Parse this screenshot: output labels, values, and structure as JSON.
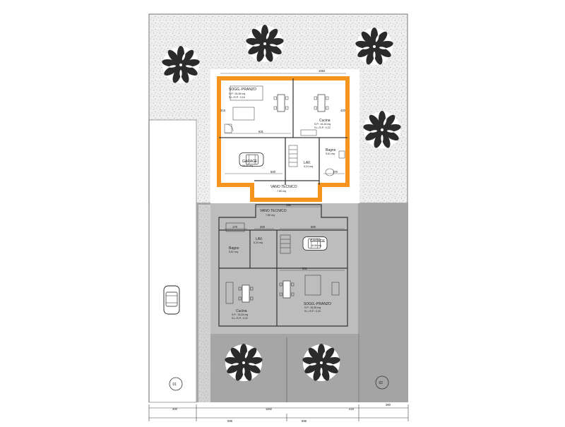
{
  "colors": {
    "upper_outline": "#f7941d",
    "lower_fill": "#a6a6a6",
    "garden_fill": "#ececec",
    "wall": "#3a3a3a"
  },
  "upper_unit": {
    "rooms": {
      "living": {
        "name": "SOGG.-PRANZO",
        "line1": "S.P.: 26,36 mq",
        "line2": "S.L./S.P.: 0,16"
      },
      "kitchen": {
        "name": "Cucina",
        "line1": "S.P.: 16,34 mq",
        "line2": "S.L./S.P.: 0,22"
      },
      "garage": {
        "name": "GARAGE",
        "line1": "16,50 mq"
      },
      "bath": {
        "name": "Bagno",
        "line1": "5,61 mq"
      },
      "laundry": {
        "name": "LAV.",
        "line1": "5,24 mq"
      },
      "technical": {
        "name": "VANO TECNICO",
        "line1": "7,80 mq"
      }
    },
    "dims": {
      "top": "1062",
      "middle": "631",
      "lower_left": "500",
      "lower_right": "170",
      "right": "420",
      "left": "315"
    }
  },
  "lower_unit": {
    "rooms": {
      "technical": {
        "name": "VANO TECNICO",
        "line1": "7,80 mq"
      },
      "garage": {
        "name": "GARAGE",
        "line1": "16,50 mq"
      },
      "bath": {
        "name": "Bagno",
        "line1": "5,61 mq"
      },
      "laundry": {
        "name": "LAV.",
        "line1": "5,24 mq"
      },
      "kitchen": {
        "name": "Cucina",
        "line1": "S.P.: 16,34 mq",
        "line2": "S.L./S.P.: 0,22"
      },
      "living": {
        "name": "SOGG.-PRANZO",
        "line1": "S.P.: 26,36 mq",
        "line2": "S.L./S.P.: 0,16"
      }
    },
    "dims": {
      "top": "451",
      "upper_left": "170",
      "upper_mid": "200",
      "upper_right": "500",
      "middle": "631"
    }
  },
  "lot_labels": {
    "left": "01",
    "right": "02"
  },
  "bottom_dims": {
    "left": "300",
    "middle": "1182",
    "right": "219",
    "far_right": "360",
    "sub_left": "596",
    "sub_right": "596"
  }
}
